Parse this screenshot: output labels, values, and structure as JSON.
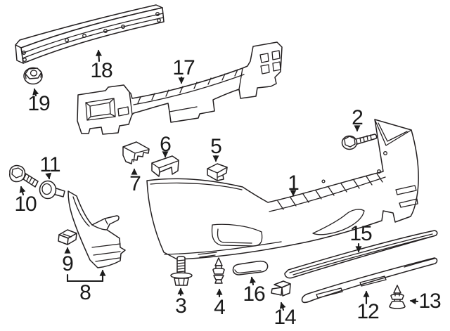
{
  "colors": {
    "background": "#ffffff",
    "line": "#231f20",
    "label": "#1a1a1a"
  },
  "callouts": [
    {
      "label": "1"
    },
    {
      "label": "2"
    },
    {
      "label": "3"
    },
    {
      "label": "4"
    },
    {
      "label": "5"
    },
    {
      "label": "6"
    },
    {
      "label": "7"
    },
    {
      "label": "8"
    },
    {
      "label": "9"
    },
    {
      "label": "10"
    },
    {
      "label": "11"
    },
    {
      "label": "12"
    },
    {
      "label": "13"
    },
    {
      "label": "14"
    },
    {
      "label": "15"
    },
    {
      "label": "16"
    },
    {
      "label": "17"
    },
    {
      "label": "18"
    },
    {
      "label": "19"
    }
  ]
}
